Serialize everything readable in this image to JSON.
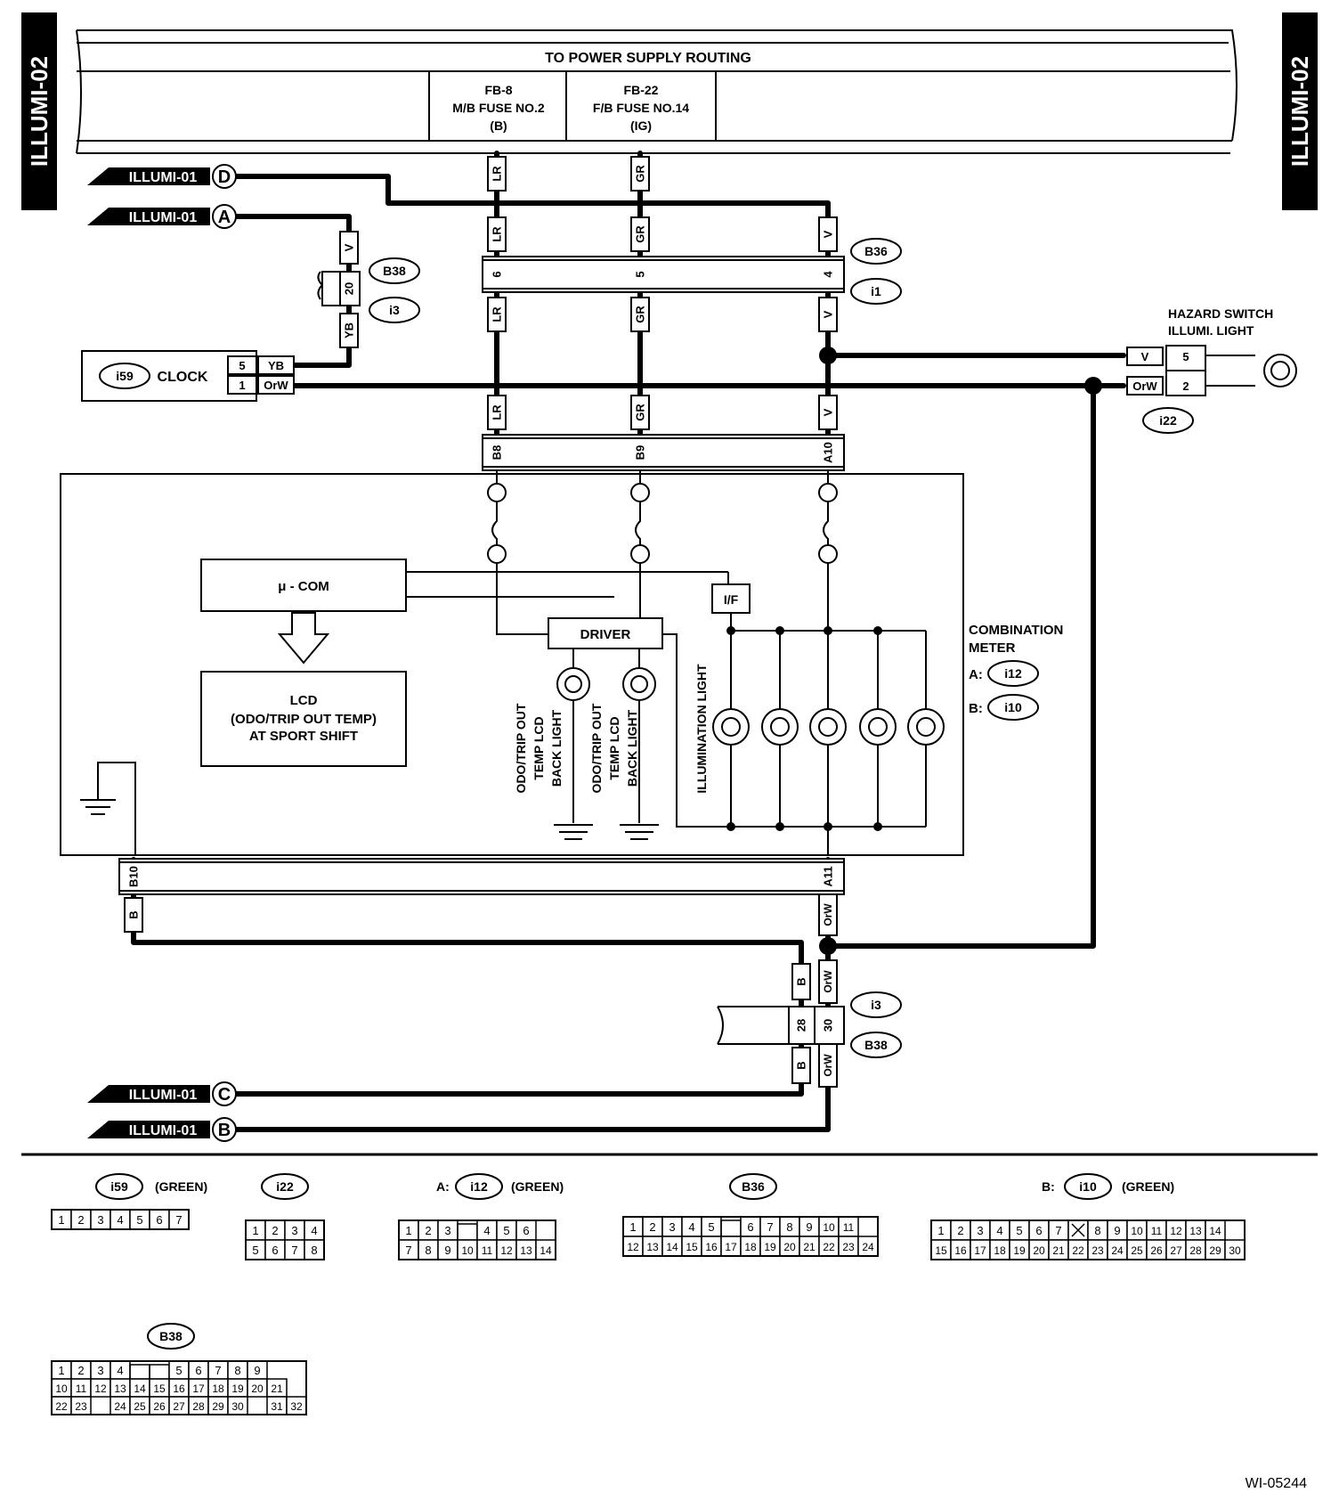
{
  "page": {
    "side_tab_left": "ILLUMI-02",
    "side_tab_right": "ILLUMI-02",
    "figure_id": "WI-05244"
  },
  "power": {
    "title": "TO POWER SUPPLY ROUTING",
    "fuse1": [
      "FB-8",
      "M/B FUSE NO.2",
      "(B)"
    ],
    "fuse2": [
      "FB-22",
      "F/B FUSE NO.14",
      "(IG)"
    ]
  },
  "refs": {
    "illumi": "ILLUMI-01",
    "D": "D",
    "A": "A",
    "C": "C",
    "B": "B"
  },
  "wires": {
    "LR": "LR",
    "GR": "GR",
    "V": "V",
    "YB": "YB",
    "OrW": "OrW",
    "B": "B"
  },
  "pins": {
    "p6": "6",
    "p5": "5",
    "p4": "4",
    "p20": "20",
    "p1": "1",
    "B8": "B8",
    "B9": "B9",
    "A10": "A10",
    "B10": "B10",
    "A11": "A11",
    "p28": "28",
    "p30": "30",
    "p2": "2"
  },
  "connectors": {
    "B36": "B36",
    "i1": "i1",
    "B38": "B38",
    "i3": "i3",
    "i59": "i59",
    "i22": "i22",
    "i12": "i12",
    "i10": "i10"
  },
  "labels": {
    "clock": "CLOCK",
    "hazard": [
      "HAZARD SWITCH",
      "ILLUMI. LIGHT"
    ],
    "ucom": "μ - COM",
    "lcd": [
      "LCD",
      "(ODO/TRIP OUT TEMP)",
      "AT SPORT SHIFT"
    ],
    "driver": "DRIVER",
    "if": "I/F",
    "backlight": [
      "ODO/TRIP OUT",
      "TEMP LCD",
      "BACK LIGHT"
    ],
    "illumination": "ILLUMINATION LIGHT",
    "combination": [
      "COMBINATION",
      "METER"
    ],
    "a_prefix": "A:",
    "b_prefix": "B:",
    "green": "(GREEN)"
  },
  "faces": {
    "i59": [
      "1",
      "2",
      "3",
      "4",
      "5",
      "6",
      "7"
    ],
    "i22": [
      [
        "1",
        "2",
        "3",
        "4"
      ],
      [
        "5",
        "6",
        "7",
        "8"
      ]
    ],
    "i12": [
      [
        "1",
        "2",
        "3",
        "",
        "4",
        "5",
        "6"
      ],
      [
        "7",
        "8",
        "9",
        "10",
        "11",
        "12",
        "13",
        "14"
      ]
    ],
    "B36": [
      [
        "1",
        "2",
        "3",
        "4",
        "5",
        "",
        "6",
        "7",
        "8",
        "9",
        "10",
        "11"
      ],
      [
        "12",
        "13",
        "14",
        "15",
        "16",
        "17",
        "18",
        "19",
        "20",
        "21",
        "22",
        "23",
        "24"
      ]
    ],
    "i10": [
      [
        "1",
        "2",
        "3",
        "4",
        "5",
        "6",
        "7",
        "X",
        "8",
        "9",
        "10",
        "11",
        "12",
        "13",
        "14"
      ],
      [
        "15",
        "16",
        "17",
        "18",
        "19",
        "20",
        "21",
        "22",
        "23",
        "24",
        "25",
        "26",
        "27",
        "28",
        "29",
        "30"
      ]
    ],
    "B38": [
      [
        "1",
        "2",
        "3",
        "4",
        "",
        "",
        "5",
        "6",
        "7",
        "8",
        "9"
      ],
      [
        "10",
        "11",
        "12",
        "13",
        "14",
        "15",
        "16",
        "17",
        "18",
        "19",
        "20",
        "21"
      ],
      [
        "22",
        "23",
        "",
        "24",
        "25",
        "26",
        "27",
        "28",
        "29",
        "30",
        "",
        "31",
        "32"
      ]
    ]
  }
}
